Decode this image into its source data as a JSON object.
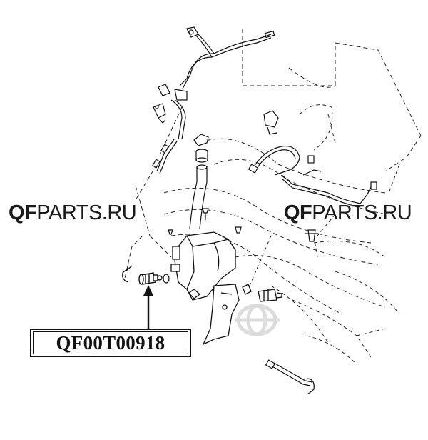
{
  "watermark": {
    "left_bold": "QF",
    "left_light": "PARTS",
    "left_suffix": ".RU",
    "right_bold": "QF",
    "right_light": "PARTS",
    "right_suffix": ".RU"
  },
  "part_number": "QF00T00918",
  "icons": {
    "diagram": "washer-system-exploded-diagram",
    "pointer": "arrow-up-icon"
  },
  "colors": {
    "line": "#111111",
    "dashed": "#333333",
    "watermark_faint": "#d9d9d9"
  }
}
